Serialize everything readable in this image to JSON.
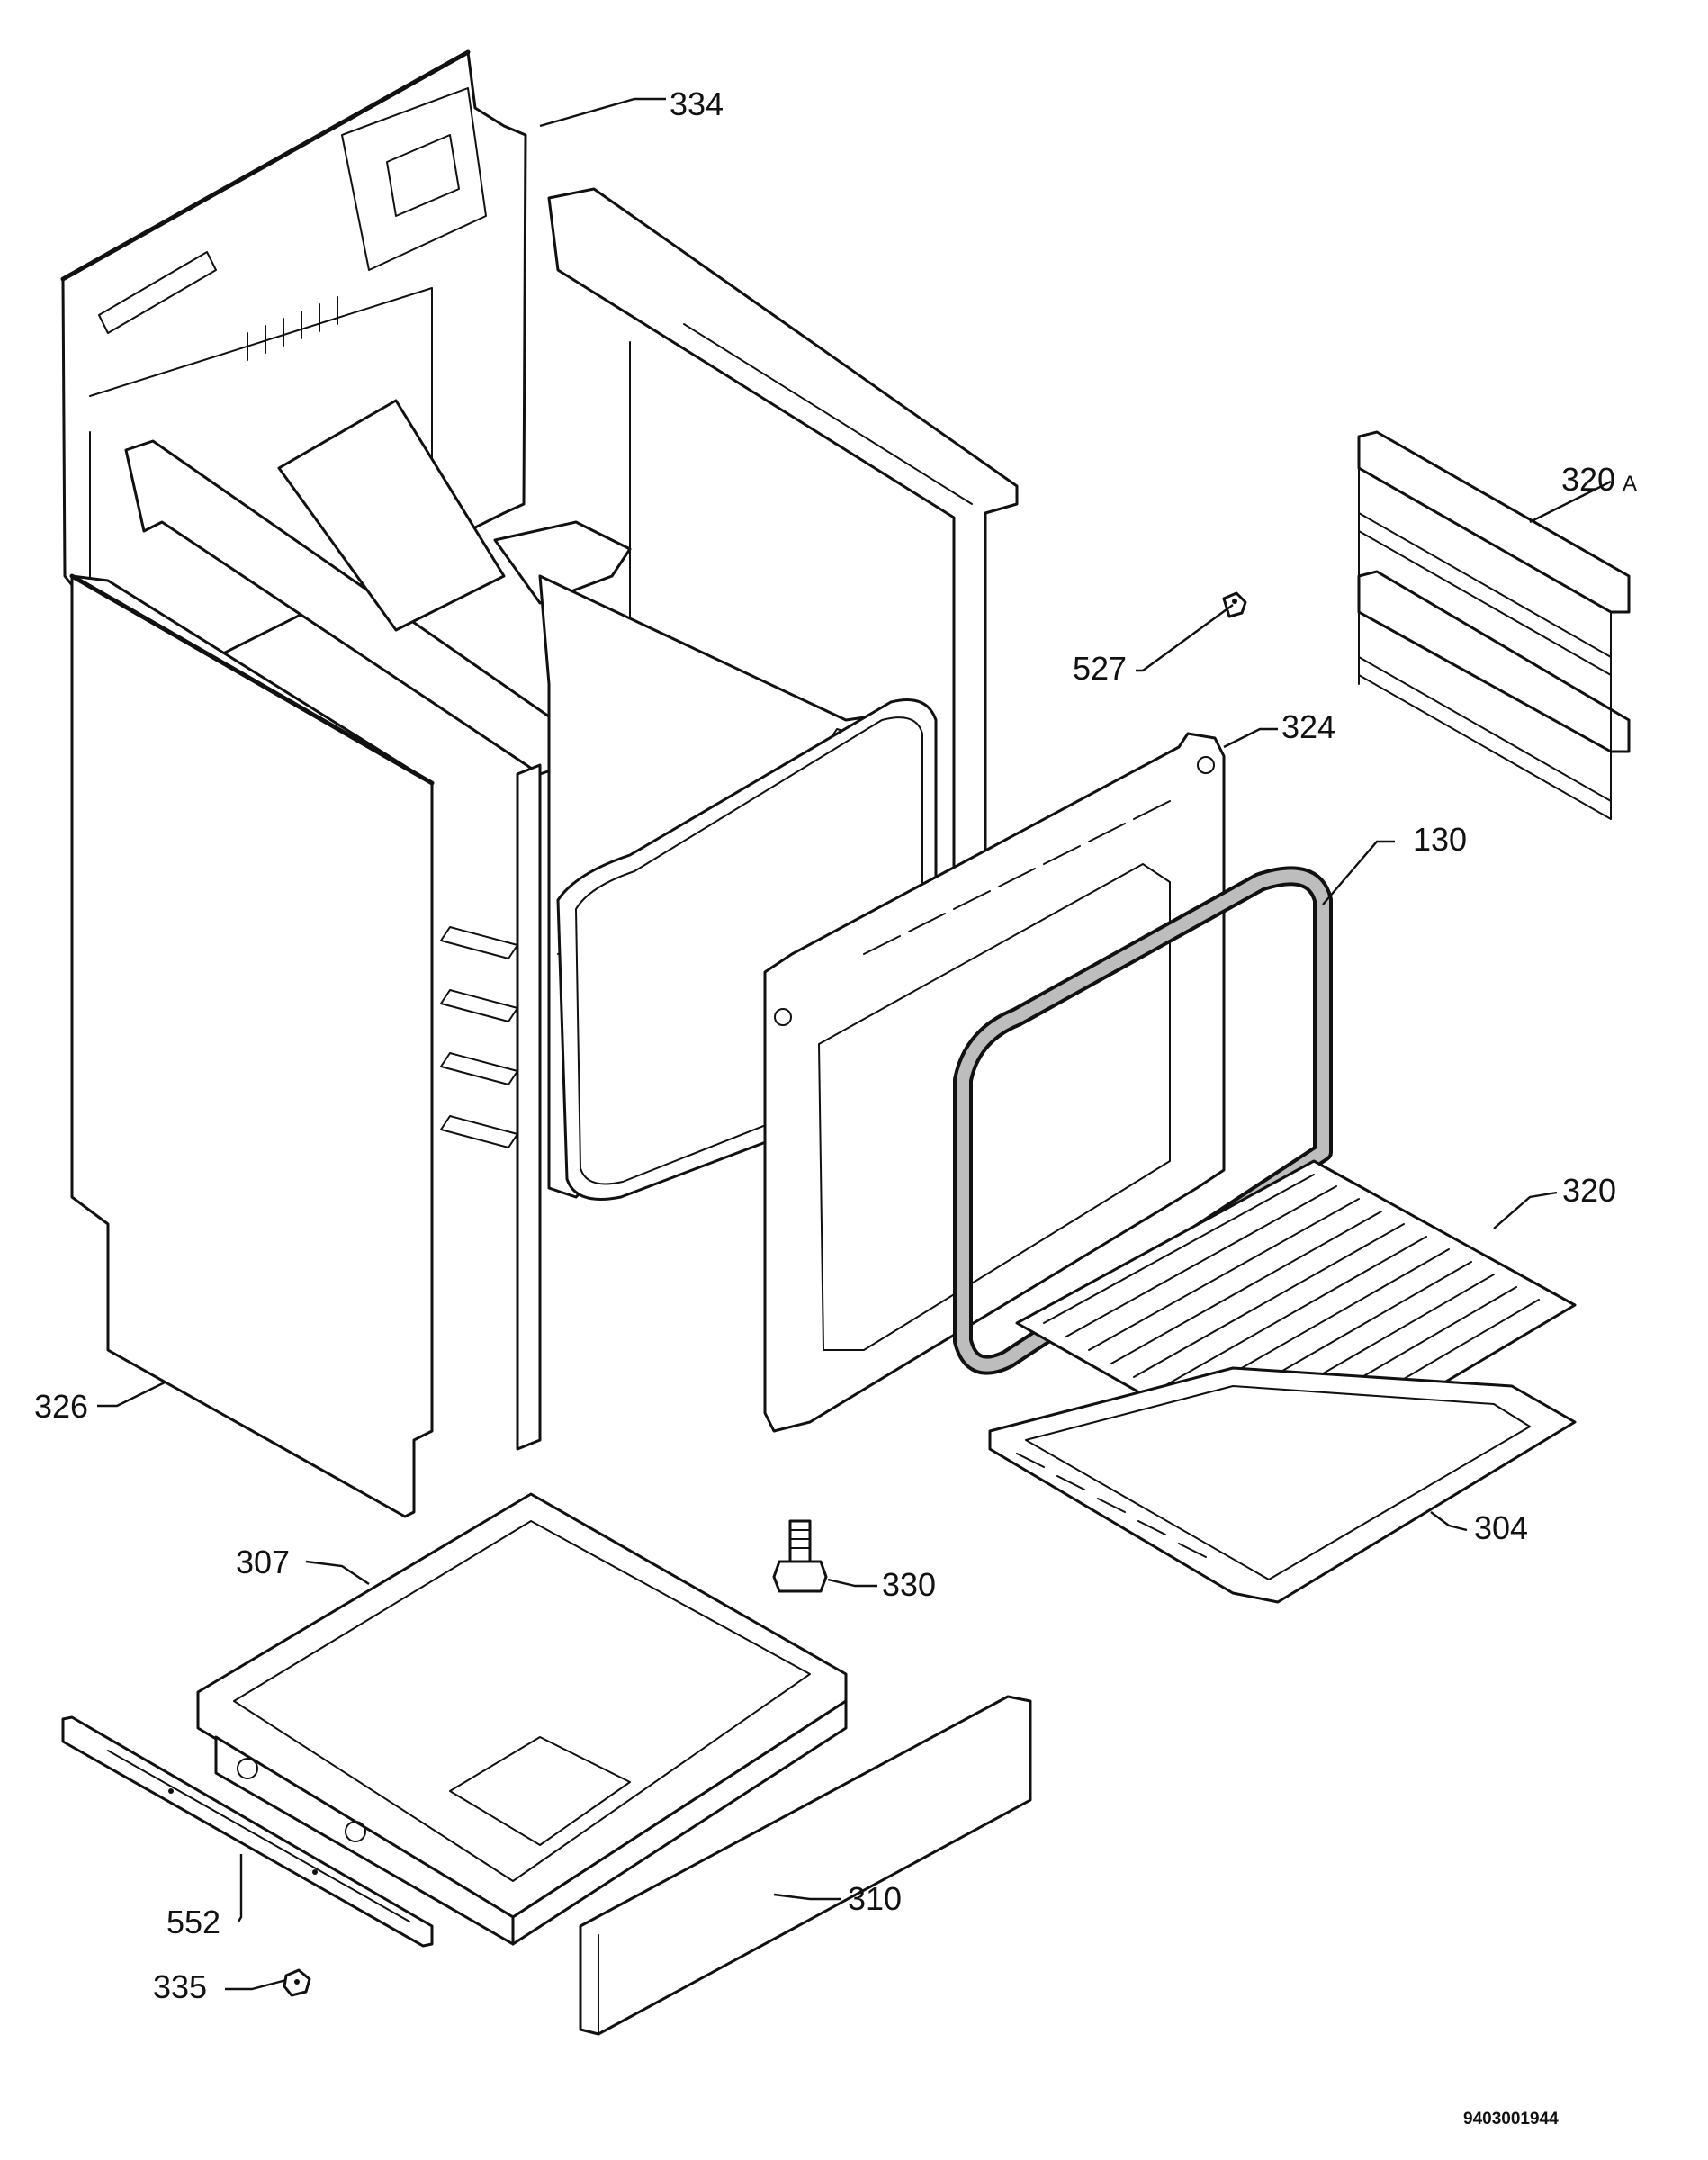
{
  "diagram": {
    "callouts": [
      {
        "id": "334",
        "label": "334"
      },
      {
        "id": "320a",
        "label": "320"
      },
      {
        "id": "320a_suffix",
        "label": "A"
      },
      {
        "id": "527",
        "label": "527"
      },
      {
        "id": "324",
        "label": "324"
      },
      {
        "id": "130",
        "label": "130"
      },
      {
        "id": "320",
        "label": "320"
      },
      {
        "id": "326",
        "label": "326"
      },
      {
        "id": "304",
        "label": "304"
      },
      {
        "id": "307",
        "label": "307"
      },
      {
        "id": "330",
        "label": "330"
      },
      {
        "id": "552",
        "label": "552"
      },
      {
        "id": "310",
        "label": "310"
      },
      {
        "id": "335",
        "label": "335"
      }
    ],
    "document_number": "9403001944"
  }
}
